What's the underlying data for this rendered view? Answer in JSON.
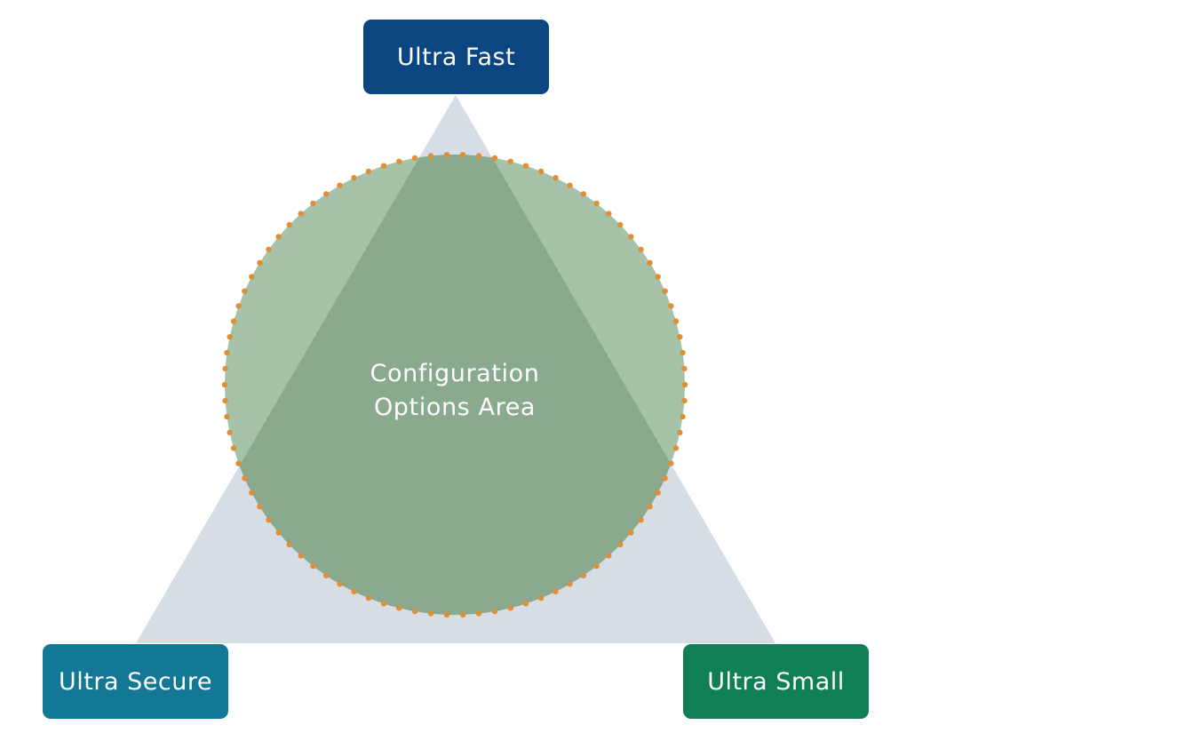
{
  "diagram": {
    "title": "",
    "nodes": {
      "top": {
        "label": "Ultra Fast",
        "color": "#0b4680"
      },
      "bottom_left": {
        "label": "Ultra Secure",
        "color": "#127896"
      },
      "bottom_right": {
        "label": "Ultra Small",
        "color": "#117f56"
      }
    },
    "center": {
      "line1": "Configuration",
      "line2": "Options Area",
      "fill_color": "#8aaa8f",
      "border_color": "#de8f3a",
      "border_style": "dotted"
    },
    "triangle": {
      "fill_color": "#d7dde5"
    }
  }
}
